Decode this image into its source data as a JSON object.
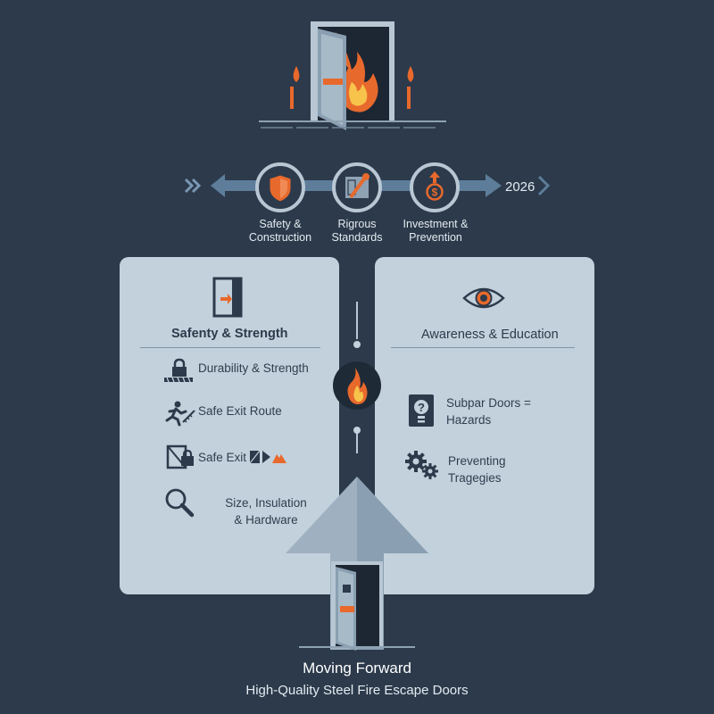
{
  "colors": {
    "background": "#2c3a4b",
    "panel": "#c3d1dc",
    "accent_orange": "#e8692c",
    "timeline_blue": "#5d7d9a",
    "arrow_gray": "#9fb1c1"
  },
  "icons": {
    "hero": "fire-door-icon",
    "timeline": [
      "shield-icon",
      "blueprint-tools-icon",
      "money-growth-icon"
    ],
    "center": "flame-icon",
    "left_header": "exit-door-icon",
    "right_header": "eye-icon",
    "left_items": [
      "lock-barrier-icon",
      "running-person-icon",
      "exit-lock-icon",
      "magnifier-icon"
    ],
    "right_items": [
      "question-bulb-icon",
      "gears-icon"
    ]
  },
  "timeline": {
    "year": "2026",
    "items": [
      {
        "label": "Safety &\nConstruction"
      },
      {
        "label": "Rigrous\nStandards"
      },
      {
        "label": "Investment &\nPrevention"
      }
    ]
  },
  "left_panel": {
    "title": "Safenty & Strength",
    "items": [
      {
        "label": "Durability & Strength"
      },
      {
        "label": "Safe Exit Route"
      },
      {
        "label": "Safe Exit"
      },
      {
        "label": "Size, Insulation\n& Hardware"
      }
    ]
  },
  "right_panel": {
    "title": "Awareness & Education",
    "items": [
      {
        "label": "Subpar Doors =\nHazards"
      },
      {
        "label": "Preventing\nTragegies"
      }
    ]
  },
  "footer": {
    "title": "Moving Forward",
    "subtitle": "High-Quality Steel Fire Escape Doors"
  }
}
